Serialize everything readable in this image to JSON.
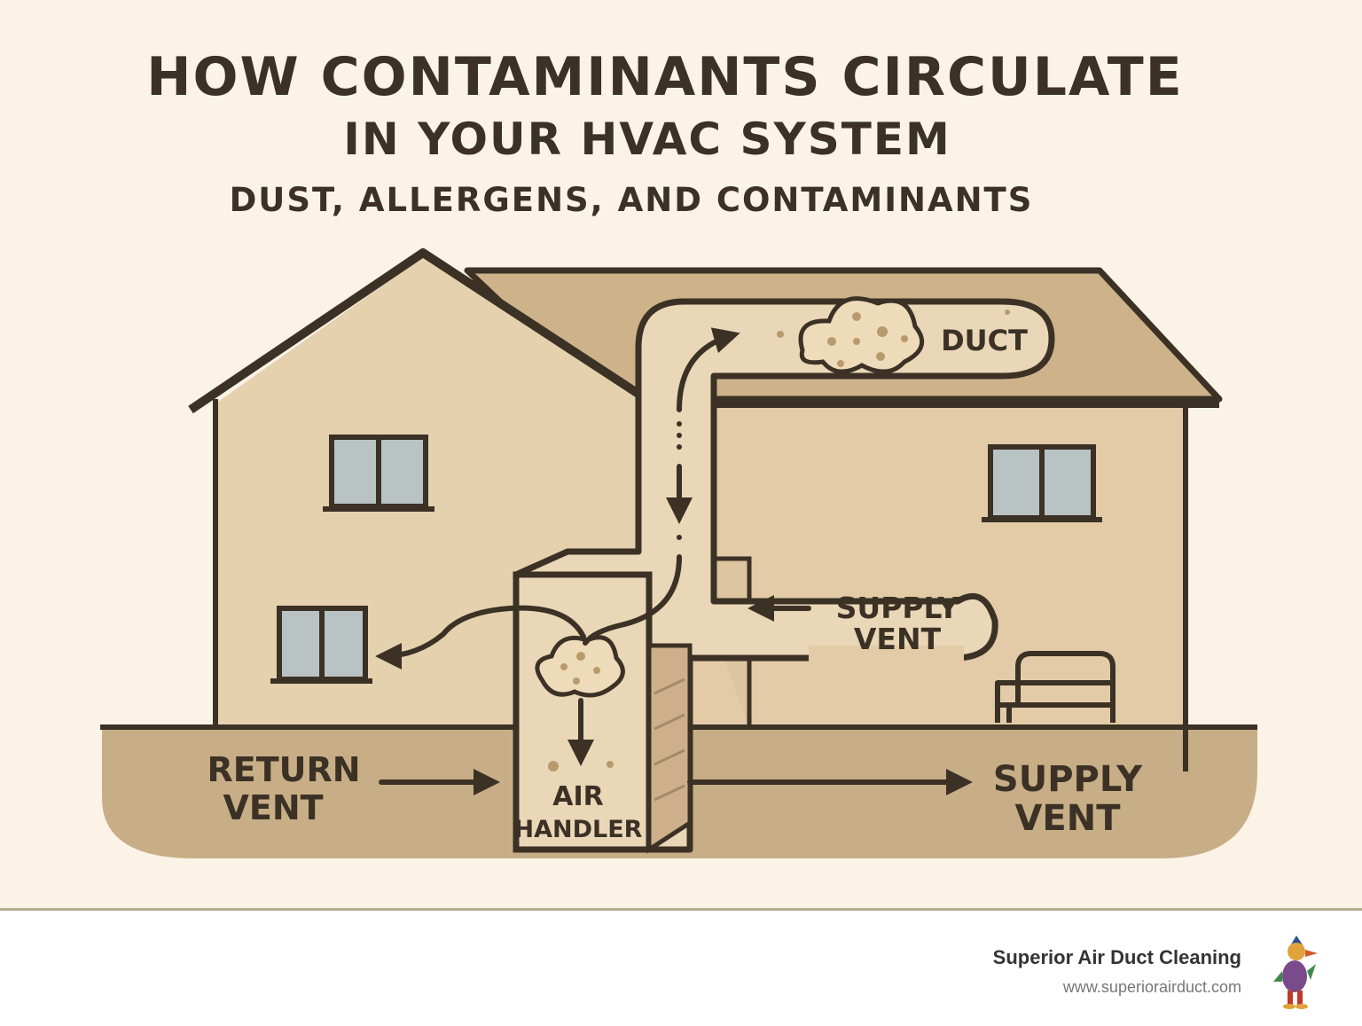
{
  "title": {
    "line1": "HOW CONTAMINANTS CIRCULATE",
    "line2": "IN YOUR HVAC SYSTEM",
    "subtitle": "DUST, ALLERGENS, AND CONTAMINANTS"
  },
  "diagram": {
    "duct_label": "DUCT",
    "upper_supply_vent": [
      "SUPPLY",
      "VENT"
    ],
    "return_vent": [
      "RETURN",
      "VENT"
    ],
    "air_handler": [
      "AIR",
      "HANDLER"
    ],
    "lower_supply_vent": [
      "SUPPLY",
      "VENT"
    ]
  },
  "footer": {
    "company": "Superior Air Duct Cleaning",
    "url": "www.superiorairduct.com"
  },
  "colors": {
    "background": "#fbf3e6",
    "house_wall": "#e2cba6",
    "roof": "#cdb28a",
    "ground": "#c8ae86",
    "outline": "#3b3125",
    "window_glass": "#b9c3c3"
  }
}
